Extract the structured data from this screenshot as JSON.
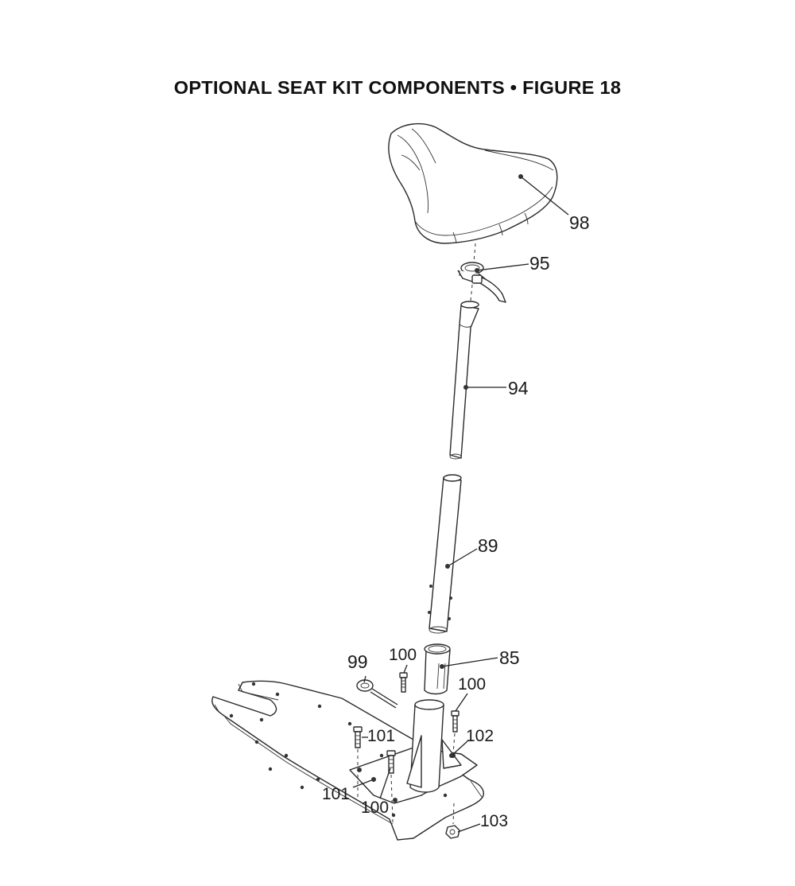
{
  "figure": {
    "title": "OPTIONAL SEAT KIT COMPONENTS  •  FIGURE 18"
  },
  "callouts": {
    "c98": "98",
    "c95": "95",
    "c94": "94",
    "c89": "89",
    "c85": "85",
    "c99": "99",
    "c100a": "100",
    "c100b": "100",
    "c100c": "100",
    "c101a": "101",
    "c101b": "101",
    "c102": "102",
    "c103": "103"
  }
}
